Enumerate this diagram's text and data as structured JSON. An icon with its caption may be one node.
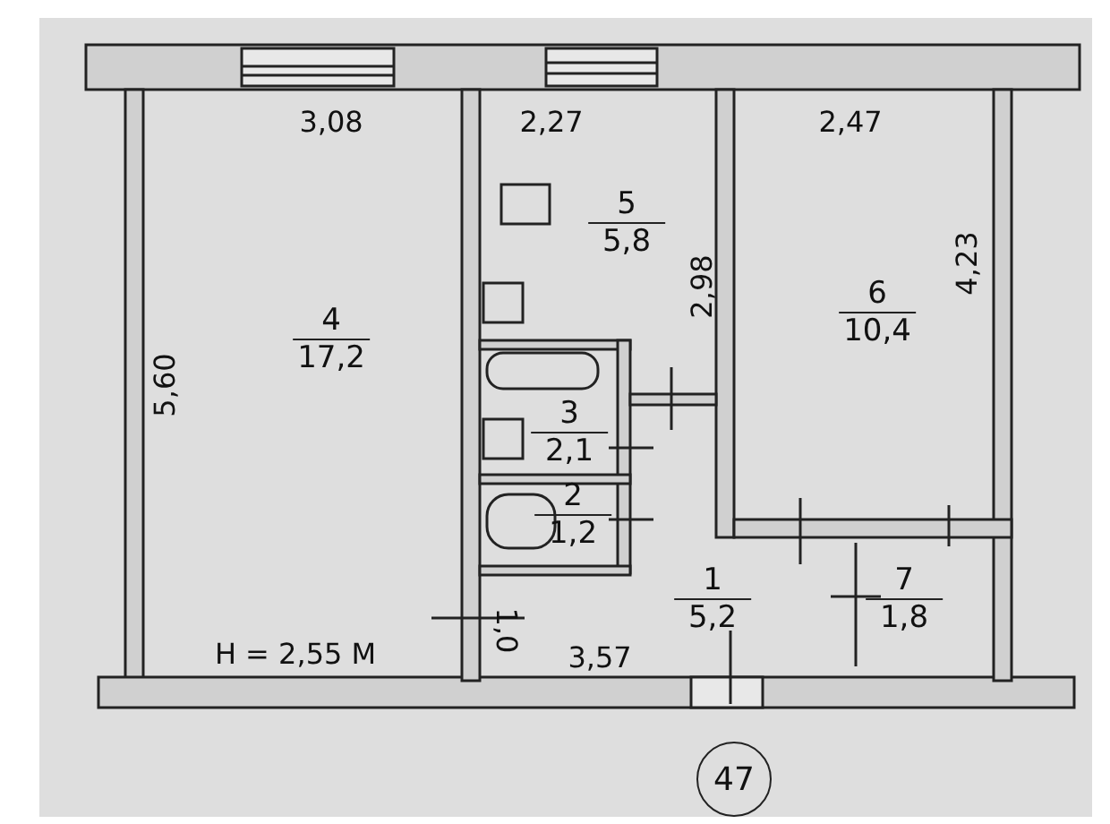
{
  "diagram": {
    "nodes": [
      {
        "text": [
          "4",
          "17,2"
        ]
      },
      {
        "text": [
          "5",
          "5,8"
        ]
      },
      {
        "text": [
          "6",
          "10,4"
        ]
      },
      {
        "text": [
          "3",
          "2,1"
        ]
      },
      {
        "text": [
          "2",
          "1,2"
        ]
      },
      {
        "text": [
          "1",
          "5,2"
        ]
      },
      {
        "text": [
          "7",
          "1,8"
        ]
      },
      {
        "text": [
          "47"
        ]
      }
    ],
    "labels": [
      "3,08",
      "2,27",
      "2,47",
      "5,60",
      "2,98",
      "4,23",
      "Н = 2,55 М",
      "1,0",
      "3,57"
    ]
  }
}
